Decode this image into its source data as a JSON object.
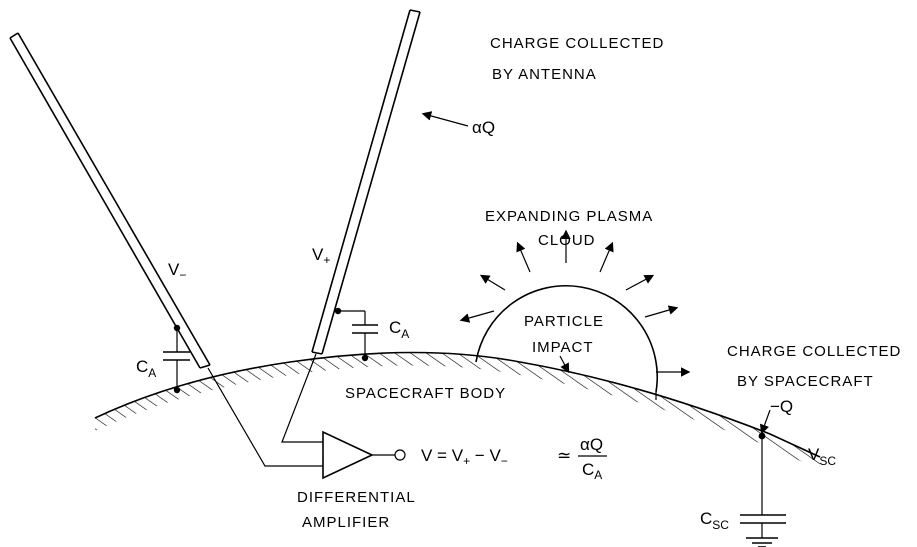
{
  "labels": {
    "charge_collected_by_antenna_line1": "CHARGE COLLECTED",
    "charge_collected_by_antenna_line2": "BY ANTENNA",
    "alpha_q": "αQ",
    "expanding_plasma_cloud_line1": "EXPANDING PLASMA",
    "expanding_plasma_cloud_line2": "CLOUD",
    "particle_impact_line1": "PARTICLE",
    "particle_impact_line2": "IMPACT",
    "spacecraft_body": "SPACECRAFT BODY",
    "charge_collected_by_spacecraft_line1": "CHARGE COLLECTED",
    "charge_collected_by_spacecraft_line2": "BY SPACECRAFT",
    "minus_q": "−Q",
    "v_minus_main": "V",
    "v_minus_sub": "−",
    "v_plus_main": "V",
    "v_plus_sub": "+",
    "ca_left_main": "C",
    "ca_left_sub": "A",
    "ca_right_main": "C",
    "ca_right_sub": "A",
    "vsc_main": "V",
    "vsc_sub": "SC",
    "csc_main": "C",
    "csc_sub": "SC",
    "differential_amplifier_line1": "DIFFERENTIAL",
    "differential_amplifier_line2": "AMPLIFIER",
    "equation_lhs": "V = V",
    "equation_plus_sub": "+",
    "equation_minus": " − V",
    "equation_minus_sub": "−",
    "equation_approx": "≃",
    "equation_numerator": "αQ",
    "equation_denominator_main": "C",
    "equation_denominator_sub": "A"
  }
}
